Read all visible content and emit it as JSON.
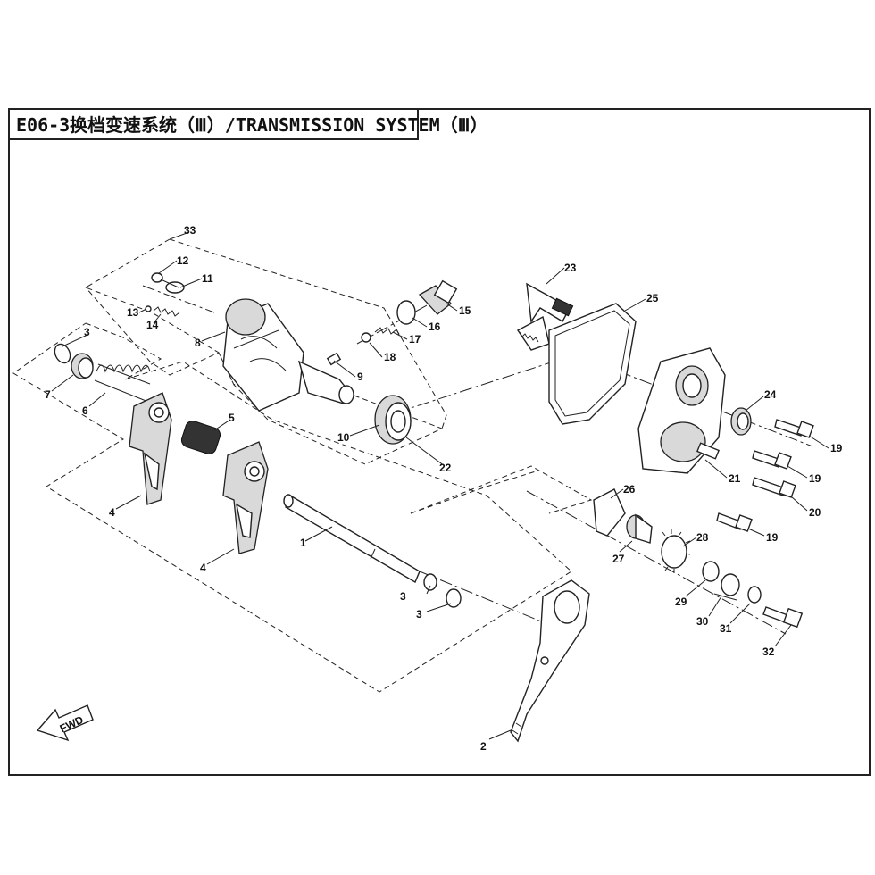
{
  "header": {
    "code": "E06-3",
    "title": "换档变速系统（Ⅲ）/TRANSMISSION SYSTEM（Ⅲ）"
  },
  "fwd_label": "FWD",
  "callouts": {
    "c1": "1",
    "c2": "2",
    "c3a": "3",
    "c3b": "3",
    "c3c": "3",
    "c4a": "4",
    "c4b": "4",
    "c5": "5",
    "c6": "6",
    "c7": "7",
    "c8": "8",
    "c9": "9",
    "c10": "10",
    "c11": "11",
    "c12": "12",
    "c13": "13",
    "c14": "14",
    "c15": "15",
    "c16": "16",
    "c17": "17",
    "c18": "18",
    "c19a": "19",
    "c19b": "19",
    "c19c": "19",
    "c20": "20",
    "c21": "21",
    "c22": "22",
    "c23": "23",
    "c24": "24",
    "c25": "25",
    "c26": "26",
    "c27": "27",
    "c28": "28",
    "c29": "29",
    "c30": "30",
    "c31": "31",
    "c32": "32",
    "c33": "33"
  }
}
